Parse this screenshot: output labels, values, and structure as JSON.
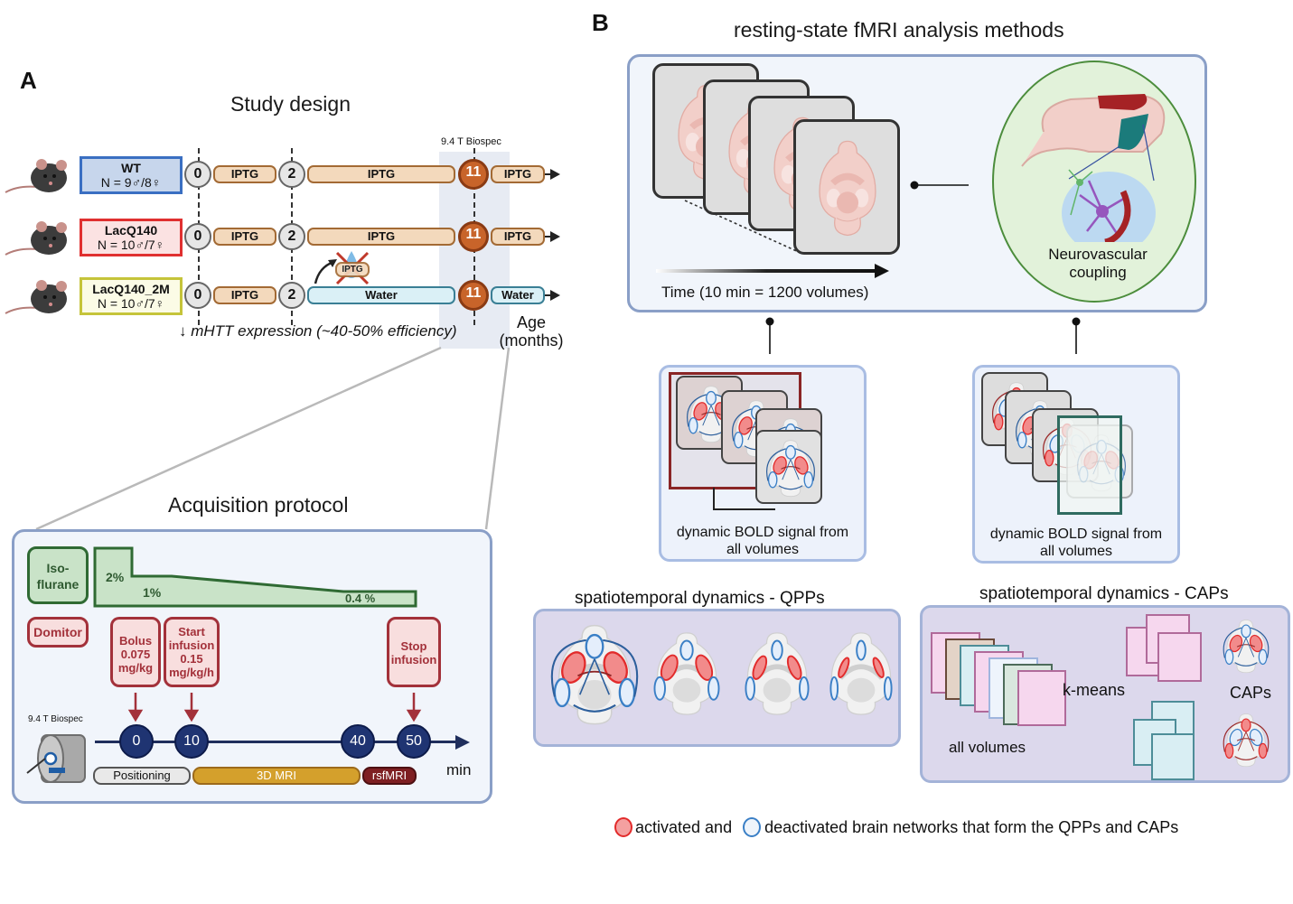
{
  "panel_a": {
    "letter": "A",
    "study_design": {
      "title": "Study design",
      "scanner_label": "9.4 T Biospec",
      "groups": [
        {
          "name": "WT",
          "n": "N = 9♂/8♀",
          "color": "#3a6fc2",
          "bg": "#c7d6ec",
          "timepoints": [
            "0",
            "2",
            "11"
          ],
          "segments": [
            "IPTG",
            "IPTG",
            "IPTG"
          ]
        },
        {
          "name": "LacQ140",
          "n": "N = 10♂/7♀",
          "color": "#e03030",
          "bg": "#fbe2e2",
          "timepoints": [
            "0",
            "2",
            "11"
          ],
          "segments": [
            "IPTG",
            "IPTG",
            "IPTG"
          ]
        },
        {
          "name": "LacQ140_2M",
          "n": "N = 10♂/7♀",
          "color": "#c5c43a",
          "bg": "#fbfbe6",
          "timepoints": [
            "0",
            "2",
            "11"
          ],
          "segments": [
            "IPTG",
            "Water",
            "Water"
          ]
        }
      ],
      "crossed_out_label": "IPTG",
      "footnote_prefix": "↓",
      "footnote": "mHTT expression  (~40-50% efficiency)",
      "axis_label_line1": "Age",
      "axis_label_line2": "(months)"
    },
    "acquisition": {
      "title": "Acquisition protocol",
      "isoflurane_label": "Iso-\nflurane",
      "isoflurane_levels": [
        "2%",
        "1%",
        "0.4 %"
      ],
      "domitor_label": "Domitor",
      "events": [
        {
          "label": "Bolus\n0.075\nmg/kg",
          "at_min": "0"
        },
        {
          "label": "Start\ninfusion\n0.15\nmg/kg/h",
          "at_min": "10"
        },
        {
          "label": "Stop\ninfusion",
          "at_min": "50"
        }
      ],
      "scanner_label": "9.4 T Biospec",
      "timeline_minutes": [
        "0",
        "10",
        "40",
        "50"
      ],
      "timeline_unit": "min",
      "phases": [
        {
          "label": "Positioning",
          "bg": "#e9e9e9",
          "border": "#555555",
          "fg": "#111111"
        },
        {
          "label": "3D MRI",
          "bg": "#d4a02c",
          "border": "#9c6a1b",
          "fg": "#ffffff"
        },
        {
          "label": "rsfMRI",
          "bg": "#7e1f22",
          "border": "#4d1012",
          "fg": "#ffffff"
        }
      ]
    }
  },
  "panel_b": {
    "letter": "B",
    "title": "resting-state fMRI analysis methods",
    "time_label": "Time (10 min = 1200 volumes)",
    "nvc_label": "Neurovascular\ncoupling",
    "left_sub": {
      "caption": "dynamic BOLD signal from\nall volumes"
    },
    "right_sub": {
      "caption": "dynamic BOLD signal from\nall volumes"
    },
    "qpp": {
      "title": "spatiotemporal dynamics - QPPs"
    },
    "cap": {
      "title": "spatiotemporal dynamics - CAPs",
      "kmeans": "k-means",
      "all_volumes": "all volumes",
      "caps_label": "CAPs"
    },
    "legend": {
      "activated": "activated and",
      "deactivated": "deactivated brain networks that form the QPPs and CAPs"
    }
  },
  "colors": {
    "activated": "#f08080",
    "activated_border": "#e22b2b",
    "deactivated": "#e0ecfa",
    "deactivated_border": "#3a7fc6",
    "panel_border": "#8a9fc7",
    "qpp_bg": "#dcd8ec"
  }
}
